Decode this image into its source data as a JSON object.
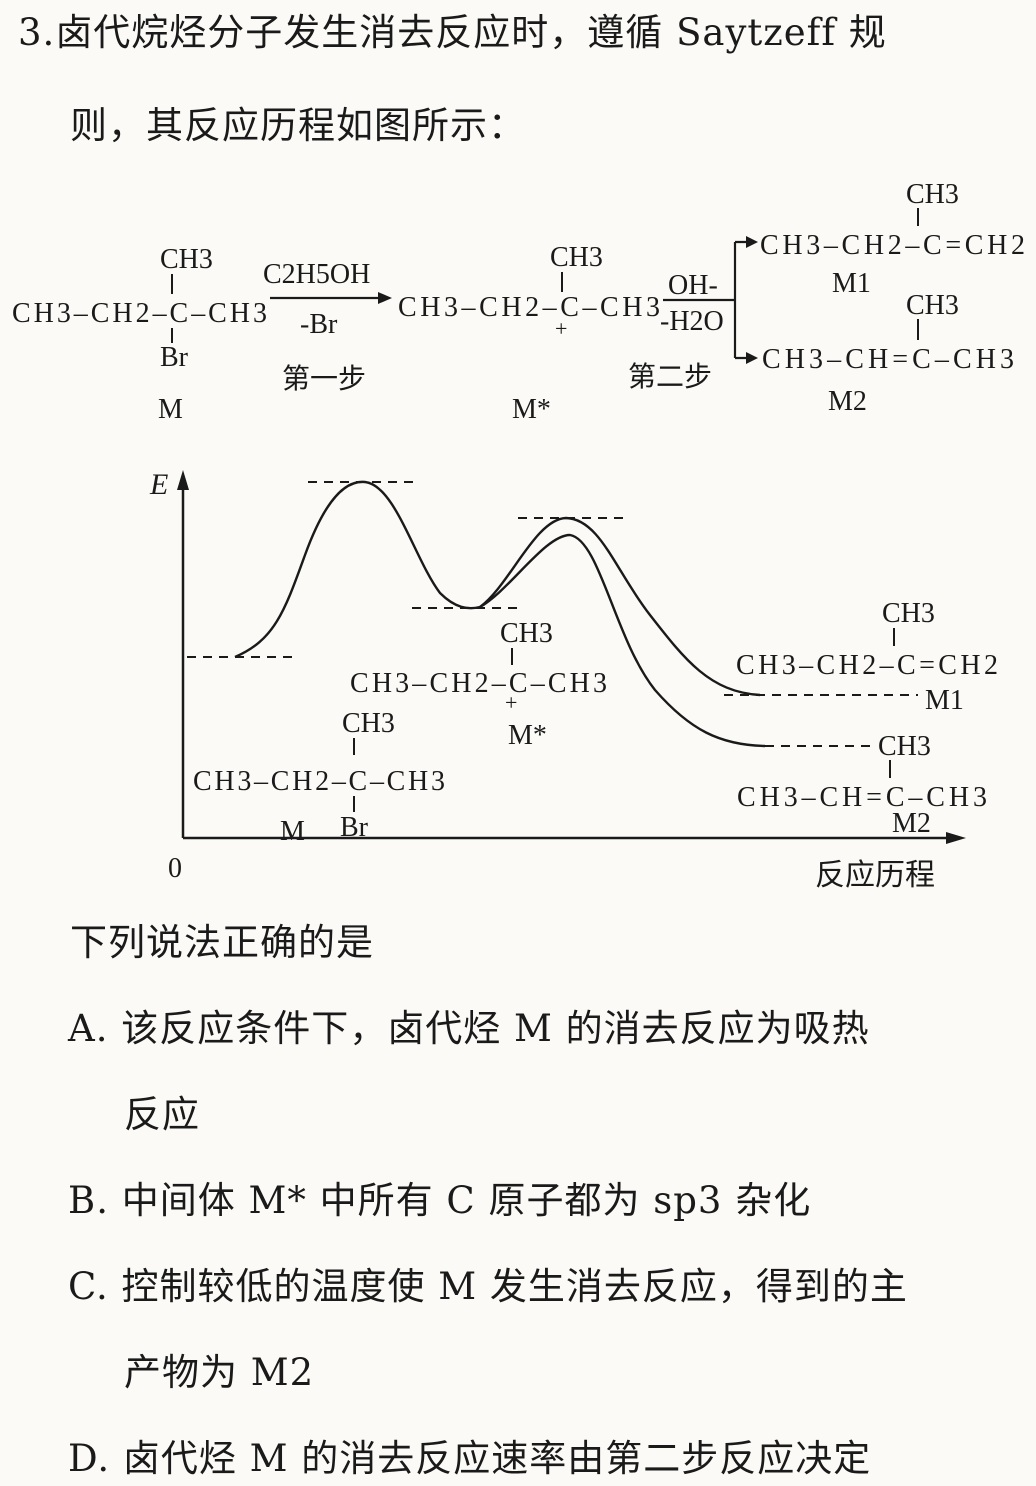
{
  "question": {
    "number": "3.",
    "stem_line1": "卤代烷烃分子发生消去反应时，遵循 Saytzeff 规",
    "stem_line2": "则，其反应历程如图所示："
  },
  "scheme": {
    "m_top": "CH3",
    "m_chain": "CH3–CH2–C–CH3",
    "m_sub": "Br",
    "m_label": "M",
    "step1_reagent": "C2H5OH",
    "step1_loss": "-Br",
    "step1_label": "第一步",
    "ms_top": "CH3",
    "ms_chain": "CH3–CH2–C–CH3",
    "ms_charge": "+",
    "ms_label": "M*",
    "step2_reagent": "OH-",
    "step2_loss": "-H2O",
    "step2_label": "第二步",
    "m1_top": "CH3",
    "m1_chain": "CH3–CH2–C=CH2",
    "m1_label": "M1",
    "m2_top": "CH3",
    "m2_chain": "CH3–CH=C–CH3",
    "m2_label": "M2"
  },
  "energy_diagram": {
    "y_axis": "E",
    "origin": "0",
    "x_axis": "反应历程",
    "m_top": "CH3",
    "m_chain": "CH3–CH2–C–CH3",
    "m_sub": "Br",
    "m_label": "M",
    "ms_top": "CH3",
    "ms_chain": "CH3–CH2–C–CH3",
    "ms_charge": "+",
    "ms_label": "M*",
    "m1_top": "CH3",
    "m1_chain": "CH3–CH2–C=CH2",
    "m1_label": "M1",
    "m2_top": "CH3",
    "m2_chain": "CH3–CH=C–CH3",
    "m2_label": "M2"
  },
  "prompt": "下列说法正确的是",
  "options": {
    "a_line1": "A. 该反应条件下，卤代烃 M 的消去反应为吸热",
    "a_line2": "反应",
    "b": "B. 中间体 M* 中所有 C 原子都为 sp3 杂化",
    "c_line1": "C. 控制较低的温度使 M 发生消去反应，得到的主",
    "c_line2": "产物为 M2",
    "d": "D. 卤代烃 M 的消去反应速率由第二步反应决定"
  }
}
